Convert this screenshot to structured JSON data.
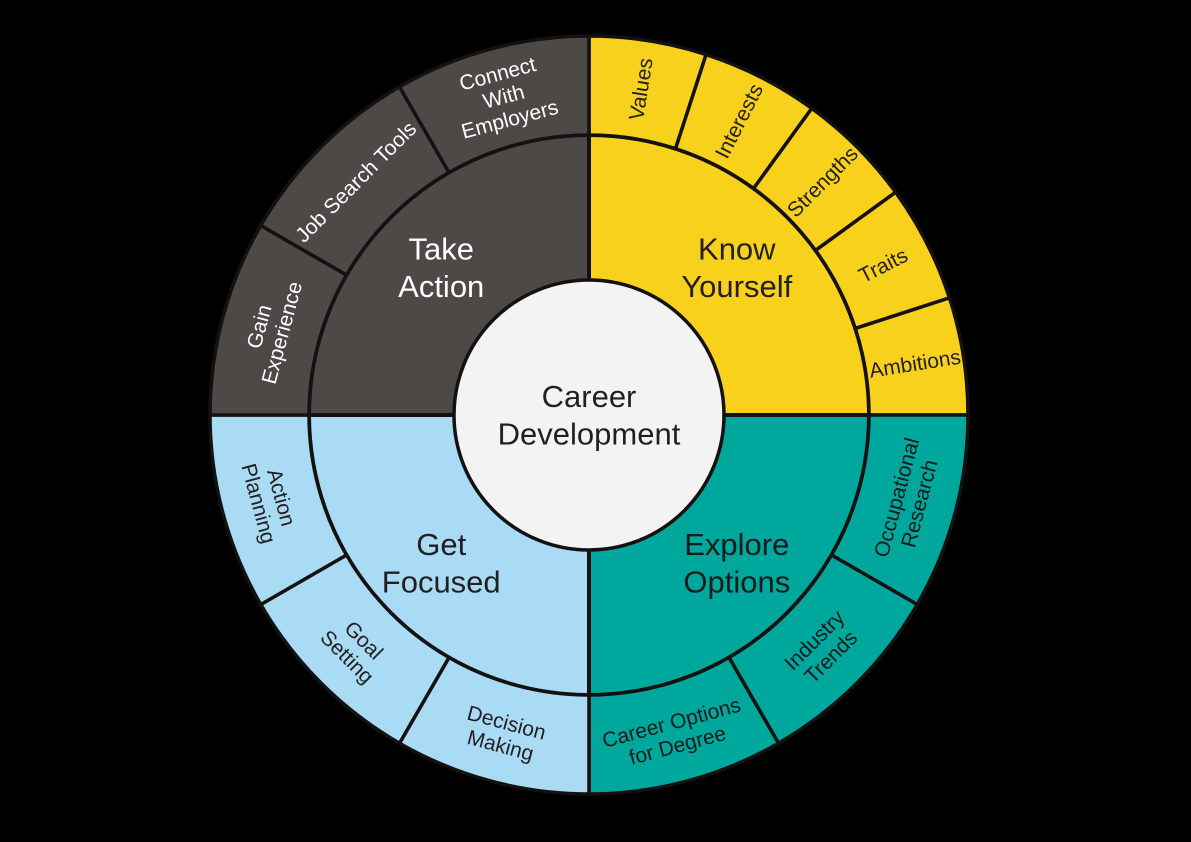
{
  "background_color": "#000000",
  "stroke_color": "#141110",
  "center": {
    "label_lines": [
      "Career",
      "Development"
    ],
    "fill": "#F3F3F3",
    "text_color": "#231F20"
  },
  "wheel": {
    "quadrants": [
      {
        "id": "know-yourself",
        "label_lines": [
          "Know",
          "Yourself"
        ],
        "color": "#F8D11D",
        "text_color": "#231F20",
        "items": [
          {
            "id": "values",
            "label_lines": [
              "Values"
            ]
          },
          {
            "id": "interests",
            "label_lines": [
              "Interests"
            ]
          },
          {
            "id": "strengths",
            "label_lines": [
              "Strengths"
            ]
          },
          {
            "id": "traits",
            "label_lines": [
              "Traits"
            ]
          },
          {
            "id": "ambitions",
            "label_lines": [
              "Ambitions"
            ]
          }
        ]
      },
      {
        "id": "explore-options",
        "label_lines": [
          "Explore",
          "Options"
        ],
        "color": "#00A79D",
        "text_color": "#1A1A1A",
        "items": [
          {
            "id": "occupational-research",
            "label_lines": [
              "Occupational",
              "Research"
            ]
          },
          {
            "id": "industry-trends",
            "label_lines": [
              "Industry",
              "Trends"
            ]
          },
          {
            "id": "career-options-for-degree",
            "label_lines": [
              "Career Options",
              "for Degree"
            ]
          }
        ]
      },
      {
        "id": "get-focused",
        "label_lines": [
          "Get",
          "Focused"
        ],
        "color": "#A9DBF5",
        "text_color": "#231F20",
        "items": [
          {
            "id": "decision-making",
            "label_lines": [
              "Decision",
              "Making"
            ]
          },
          {
            "id": "goal-setting",
            "label_lines": [
              "Goal",
              "Setting"
            ]
          },
          {
            "id": "action-planning",
            "label_lines": [
              "Action",
              "Planning"
            ]
          }
        ]
      },
      {
        "id": "take-action",
        "label_lines": [
          "Take",
          "Action"
        ],
        "color": "#4D4946",
        "text_color": "#FFFFFF",
        "items": [
          {
            "id": "gain-experience",
            "label_lines": [
              "Gain",
              "Experience"
            ]
          },
          {
            "id": "job-search-tools",
            "label_lines": [
              "Job Search Tools"
            ]
          },
          {
            "id": "connect-with-employers",
            "label_lines": [
              "Connect",
              "With",
              "Employers"
            ]
          }
        ]
      }
    ]
  }
}
